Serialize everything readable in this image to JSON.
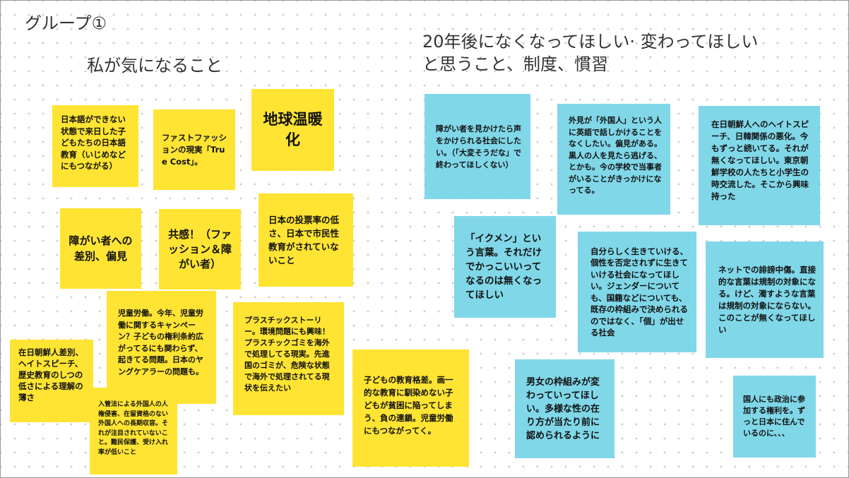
{
  "board": {
    "group_title": "グループ①",
    "left_heading": "私が気になること",
    "right_heading_line1": "20年後になくなってほしい· 変わってほしい",
    "right_heading_line2": "と思うこと、制度、慣習"
  },
  "colors": {
    "yellow_note": "#ffe433",
    "blue_note": "#80d7e8",
    "background": "#ffffff",
    "dot_grid": "#cfcfcf"
  },
  "left_notes": [
    {
      "id": "l1",
      "text": "日本語ができない状態で来日した子どもたちの日本語教育（いじめなどにもつながる）"
    },
    {
      "id": "l2",
      "text": "ファストファッションの現実「True Cost」。"
    },
    {
      "id": "l3",
      "text": "地球温暖化"
    },
    {
      "id": "l4",
      "text": "障がい者への差別、偏見"
    },
    {
      "id": "l5",
      "text": "共感！（ファッション＆障がい者）"
    },
    {
      "id": "l6",
      "text": "日本の投票率の低さ、日本で市民性教育がされていないこと"
    },
    {
      "id": "l7",
      "text": "児童労働。今年、児童労働に関するキャンペーン？子どもの権利条約広がってるにも関わらず、起きてる問題。日本のヤングケアラーの問題も。"
    },
    {
      "id": "l8",
      "text": "プラスチックストーリー。環境問題にも興味！プラスチックゴミを海外で処理してる現実。先進国のゴミが、危険な状態で海外で処理されてる現状を伝えたい"
    },
    {
      "id": "l9",
      "text": "在日朝鮮人差別、ヘイトスピーチ、歴史教育のしつの低さによる理解の薄さ"
    },
    {
      "id": "l10",
      "text": "入管法による外国人の人権侵害、在留資格のない外国人への長期収容。それが注目されていないこと。難民保護、受け入れ率が低いこと"
    },
    {
      "id": "l11",
      "text": "子どもの教育格差。画一的な教育に馴染めない子どもが貧困に陥ってしまう、負の連鎖。児童労働にもつながってく。"
    }
  ],
  "right_notes": [
    {
      "id": "r1",
      "text": "障がい者を見かけたら声をかけられる社会にしたい。（「大変そうだな」で終わってほしくない）"
    },
    {
      "id": "r2",
      "text": "外見が「外国人」という人に英語で話しかけることをなくしたい。偏見がある。黒人の人を見たら逃げる、とかも。今の学校で当事者がいることがきっかけになってる。"
    },
    {
      "id": "r3",
      "text": "在日朝鮮人へのヘイトスピーチ、日韓関係の悪化。今もずっと続いてる。それが無くなってほしい。東京朝鮮学校の人たちと小学生の時交流した。そこから興味持った"
    },
    {
      "id": "r4",
      "text": "「イクメン」という言葉。それだけでかっこいいってなるのは無くなってほしい"
    },
    {
      "id": "r5",
      "text": "自分らしく生きていける、個性を否定されずに生きていける社会になってほしい。ジェンダーについても、国籍などについても、既存の枠組みで決められるのではなく、「個」が出せる社会"
    },
    {
      "id": "r6",
      "text": "ネットでの誹謗中傷。直接的な言葉は規制の対象になる。けど、濁すような言葉は規制の対象にならない。このことが無くなってほしい"
    },
    {
      "id": "r7",
      "text": "男女の枠組みが変わっていってほしい。多様な性の在り方が当たり前に認められるように"
    },
    {
      "id": "r8",
      "text": "国人にも政治に参加する権利を。ずっと日本に住んでいるのに、、、"
    }
  ]
}
